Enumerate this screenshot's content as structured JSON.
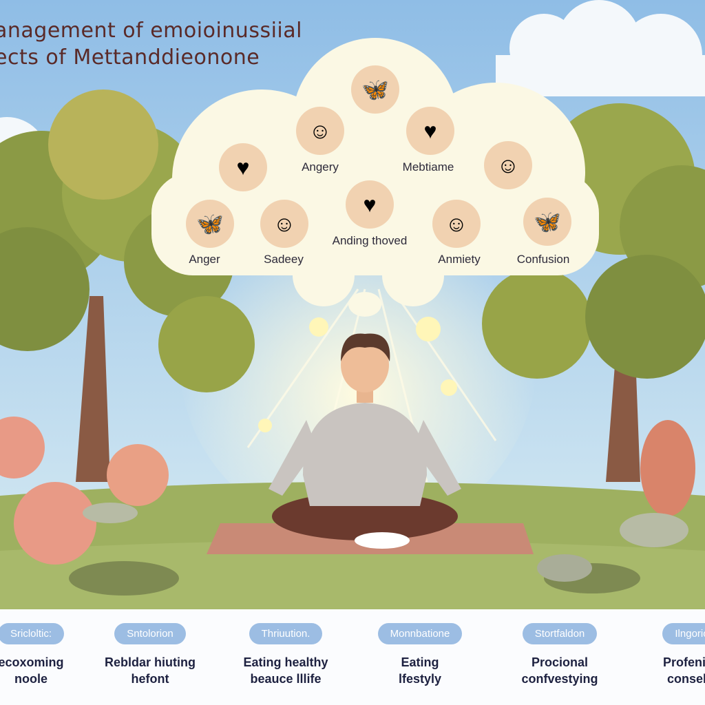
{
  "title": {
    "line1": "anagement of emoioinussiial",
    "line2": "ects of Mettanddieonone"
  },
  "thought_cloud": {
    "emotions": [
      {
        "label": "Angery",
        "icon": "head-icon"
      },
      {
        "label": "Mebtiame",
        "icon": "heart-icon"
      },
      {
        "label": "Anger",
        "icon": "butterfly-icon"
      },
      {
        "label": "Sadeey",
        "icon": "head-icon"
      },
      {
        "label": "Anding thoved",
        "icon": "broken-heart-icon"
      },
      {
        "label": "Anmiety",
        "icon": "head-icon"
      },
      {
        "label": "Confusion",
        "icon": "butterfly-icon"
      }
    ]
  },
  "strategies": [
    {
      "tag": "Sricloltic:",
      "text": "ecoxoming\nnoole"
    },
    {
      "tag": "Sntolorion",
      "text": "Rebldar hiuting\nhefont"
    },
    {
      "tag": "Thriuution.",
      "text": "Eating healthy\nbeauce lllife"
    },
    {
      "tag": "Monnbatione",
      "text": "Eating\nlfestyly"
    },
    {
      "tag": "Stortfaldon",
      "text": "Procional\nconfvestying"
    },
    {
      "tag": "Ilngorio",
      "text": "Profenion\nconsellc"
    }
  ],
  "colors": {
    "sky": "#a9cdea",
    "cloud": "#fbf8e4",
    "pill": "#9cbde3",
    "title": "#5a2a28"
  }
}
